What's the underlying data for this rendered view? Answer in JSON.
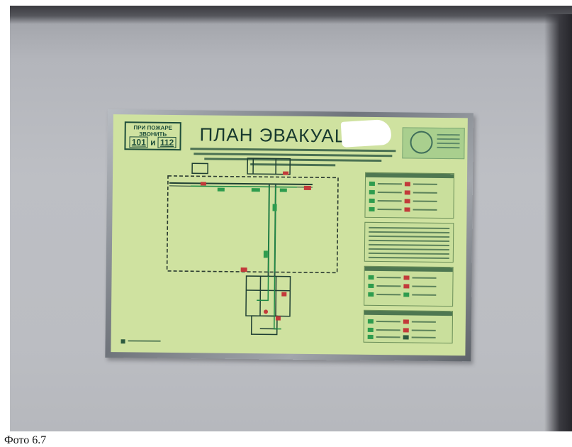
{
  "sign": {
    "fire_box": {
      "line1": "ПРИ ПОЖАРЕ",
      "line2": "ЗВОНИТЬ",
      "number1": "101",
      "separator": "и",
      "number2": "112"
    },
    "title": "ПЛАН ЭВАКУАЦИИ"
  },
  "caption": "Фото 6.7",
  "colors": {
    "panel": "#cfe2a0",
    "walls": "#17392e",
    "evacuation_route": "#1e8a45",
    "fire_equipment": "#c23a3a",
    "exit_sign": "#2e9c4e"
  },
  "icons": [
    "building-logo-icon",
    "fire-extinguisher-icon",
    "exit-sign-icon",
    "you-are-here-icon"
  ]
}
